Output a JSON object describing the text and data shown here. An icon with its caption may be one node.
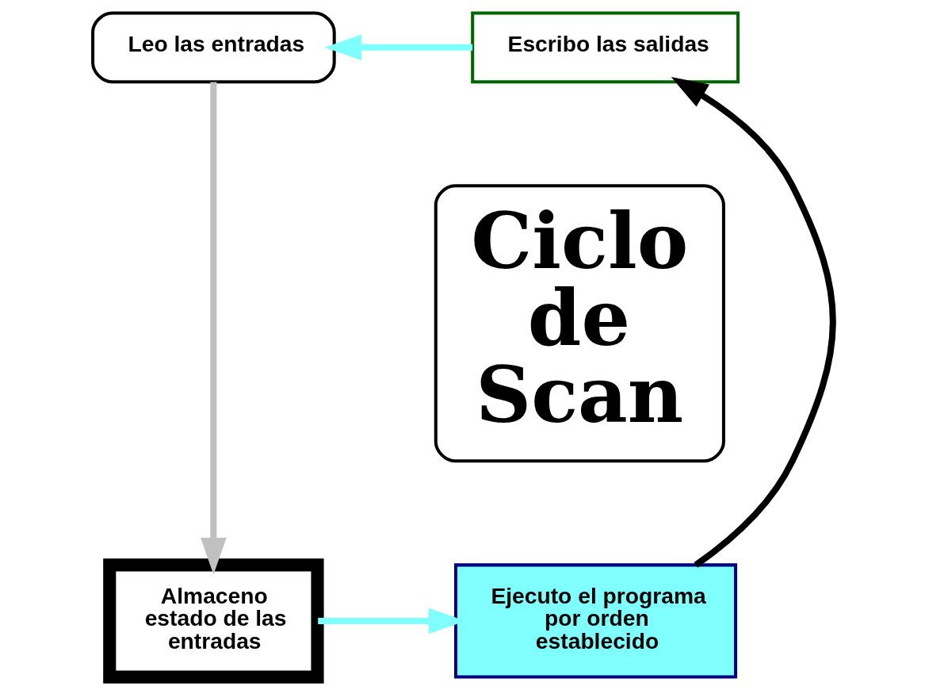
{
  "diagram": {
    "nodes": [
      {
        "text": [
          "Leo las entradas"
        ]
      },
      {
        "text": [
          "Escribo las salidas"
        ]
      },
      {
        "text": [
          "Ciclo de Scan"
        ]
      },
      {
        "text": [
          "Almaceno estado de las entradas"
        ]
      },
      {
        "text": [
          "Ejecuto el programa por orden establecido"
        ]
      }
    ],
    "edges": [
      {
        "from": 0,
        "to": 3,
        "arrow": "to",
        "color": "#c0c0c0"
      },
      {
        "from": 3,
        "to": 4,
        "arrow": "to",
        "color": "#80ffff"
      },
      {
        "from": 4,
        "to": 1,
        "arrow": "to",
        "color": "#000000"
      },
      {
        "from": 1,
        "to": 0,
        "arrow": "to",
        "color": "#80ffff"
      }
    ]
  }
}
